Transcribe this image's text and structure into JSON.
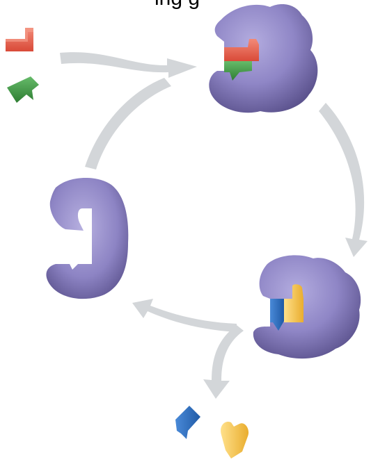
{
  "top_text": "ing g",
  "colors": {
    "enzyme": "#8f86c6",
    "enzyme_dark": "#5d548f",
    "arrow": "#d3d6d9",
    "substrate_red": "#e8604d",
    "substrate_green": "#43a047",
    "product_blue": "#2f6fc0",
    "product_yellow": "#f2c14e"
  },
  "icons": {
    "substrate_1": "red-l-shape",
    "substrate_2": "green-arrow-shape",
    "product_1": "blue-arrow-shape",
    "product_2": "yellow-hand-shape"
  }
}
